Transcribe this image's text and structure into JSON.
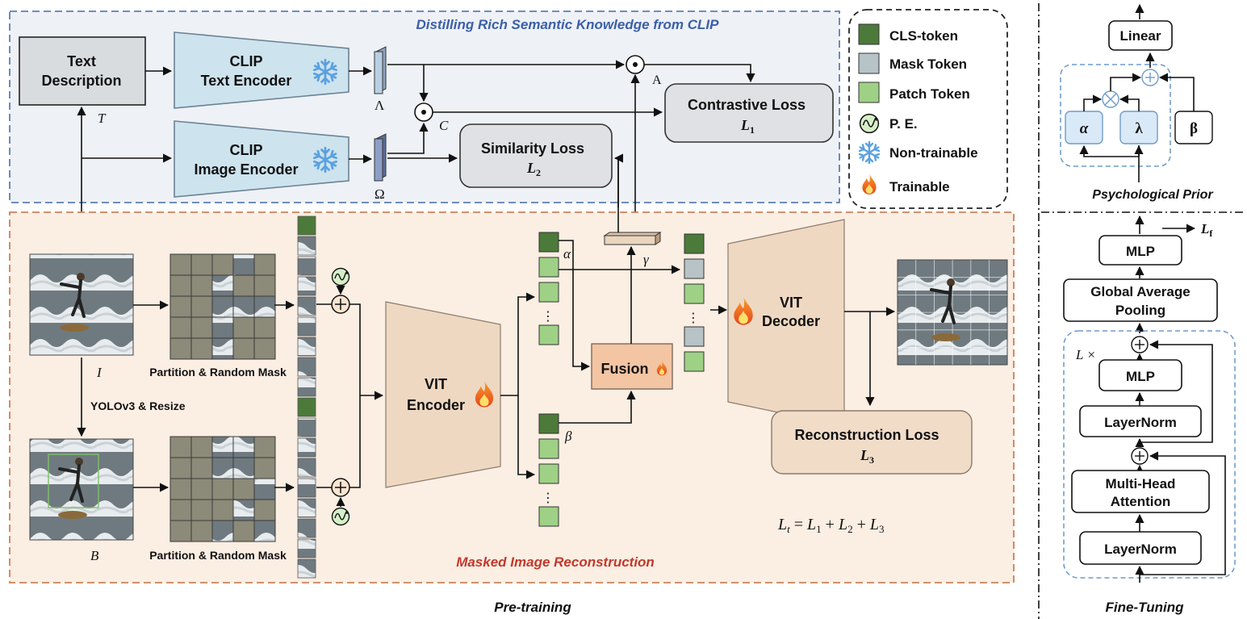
{
  "sections": {
    "clip_title": "Distilling Rich Semantic Knowledge from CLIP",
    "mim_title": "Masked Image Reconstruction",
    "pretraining": "Pre-training",
    "psych_prior": "Psychological Prior",
    "finetuning": "Fine-Tuning"
  },
  "clip_branch": {
    "text_desc_line1": "Text",
    "text_desc_line2": "Description",
    "text_enc_line1": "CLIP",
    "text_enc_line2": "Text Encoder",
    "img_enc_line1": "CLIP",
    "img_enc_line2": "Image Encoder",
    "lambda_sym": "Λ",
    "omega_sym": "Ω",
    "c_sym": "C",
    "a_sym": "A",
    "t_sym": "T",
    "contrastive_label": "Contrastive Loss",
    "contrastive_sym": "L",
    "contrastive_sub": "1",
    "similarity_label": "Similarity Loss",
    "similarity_sym": "L",
    "similarity_sub": "2"
  },
  "legend": {
    "items": [
      {
        "label": "CLS-token",
        "color": "#4c7a3a"
      },
      {
        "label": "Mask Token",
        "color": "#b7c3c6"
      },
      {
        "label": "Patch Token",
        "color": "#9ed185"
      },
      {
        "label": "P. E."
      },
      {
        "label": "Non-trainable"
      },
      {
        "label": "Trainable"
      }
    ]
  },
  "mim_branch": {
    "i_sym": "I",
    "b_sym": "B",
    "yolo_label": "YOLOv3 & Resize",
    "partition_label_1": "Partition & Random Mask",
    "partition_label_2": "Partition & Random Mask",
    "vit_enc_line1": "VIT",
    "vit_enc_line2": "Encoder",
    "vit_dec_line1": "VIT",
    "vit_dec_line2": "Decoder",
    "fusion_label": "Fusion",
    "alpha_sym": "α",
    "beta_sym": "β",
    "gamma_sym": "γ",
    "recon_label": "Reconstruction Loss",
    "recon_sym": "L",
    "recon_sub": "3",
    "total_loss": "L",
    "total_loss_sub": "t",
    "total_loss_rhs": "= L",
    "ellipsis": "⋮"
  },
  "psych": {
    "linear": "Linear",
    "alpha": "α",
    "lambda": "λ",
    "beta": "β"
  },
  "finetune": {
    "mlp_top": "MLP",
    "lf_sym": "L",
    "lf_sub": "f",
    "gap_line1": "Global Average",
    "gap_line2": "Pooling",
    "lx": "L ×",
    "mlp_inner": "MLP",
    "layernorm_1": "LayerNorm",
    "mha_line1": "Multi-Head",
    "mha_line2": "Attention",
    "layernorm_2": "LayerNorm"
  },
  "colors": {
    "cls": "#4c7a3a",
    "mask": "#b7c3c6",
    "patch": "#9ed185",
    "clip_bg": "#eef1f6",
    "mim_bg": "#fbeee3",
    "encoder_fill": "#cde3ee",
    "vit_fill": "#efd8c2",
    "fusion_fill": "#f4c5a2",
    "loss_fill": "#dfe1e4",
    "recon_fill": "#f1dcc8",
    "clip_title_color": "#3b5fa8",
    "mim_title_color": "#c0392b"
  }
}
